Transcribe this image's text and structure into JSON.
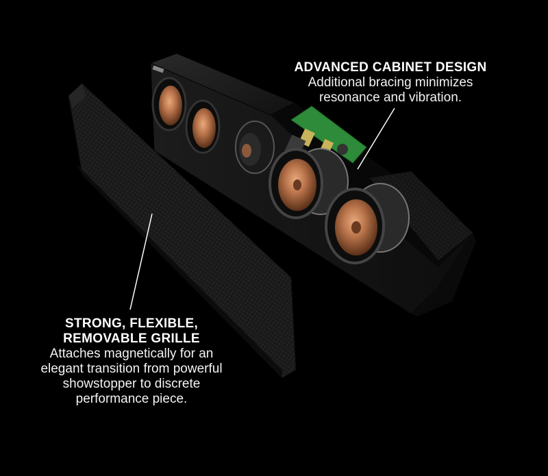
{
  "callouts": {
    "cabinet": {
      "heading": "ADVANCED CABINET DESIGN",
      "body_lines": [
        "Additional bracing minimizes",
        "resonance and vibration."
      ]
    },
    "grille": {
      "heading_lines": [
        "STRONG, FLEXIBLE,",
        "REMOVABLE GRILLE"
      ],
      "body_lines": [
        "Attaches magnetically for an",
        "elegant transition from powerful",
        "showstopper to discrete",
        "performance piece."
      ]
    }
  },
  "colors": {
    "background": "#000000",
    "cabinet": "#161616",
    "copper_cone": "#b8734a",
    "circuit_board": "#2e8b3a",
    "leader_line": "#ffffff"
  }
}
